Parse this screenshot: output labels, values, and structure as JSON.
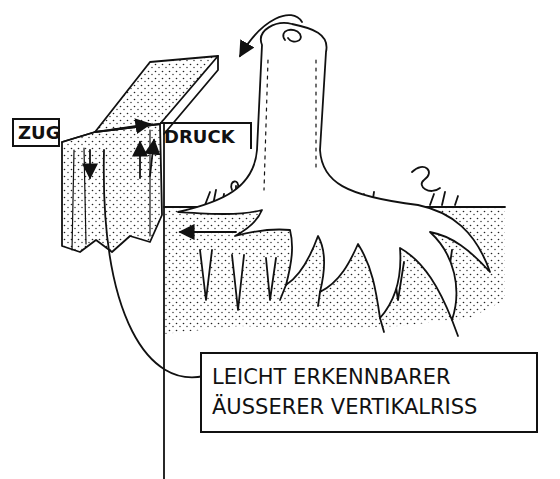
{
  "diagram": {
    "nodes": [
      {
        "text": [
          "ZUG"
        ]
      },
      {
        "text": [
          "DRUCK"
        ]
      },
      {
        "text": [
          "LEICHT ERKENNBARER ÄUSSERER VERTIKALRISS"
        ]
      }
    ]
  }
}
